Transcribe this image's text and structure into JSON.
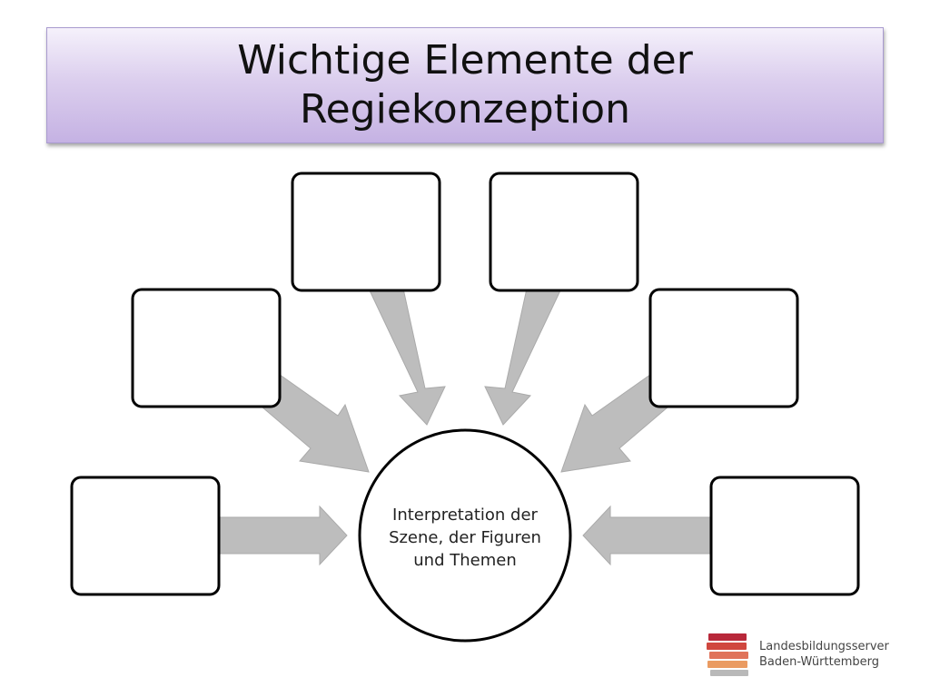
{
  "slide": {
    "title": "Wichtige Elemente der\nRegiekonzeption",
    "center_label": "Interpretation der Szene, der Figuren und Themen"
  },
  "diagram": {
    "empty_box_count": 6,
    "colors": {
      "arrow": "#bdbdbd",
      "box_border": "#000000",
      "title_gradient_top": "#f5f1fb",
      "title_gradient_bottom": "#c5b2e3"
    }
  },
  "logo": {
    "line1": "Landesbildungsserver",
    "line2": "Baden-Württemberg",
    "icon": "stacked-books-icon"
  }
}
